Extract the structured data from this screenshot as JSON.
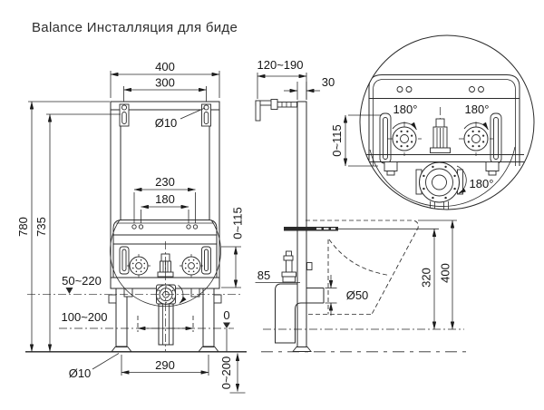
{
  "title": "Balance Инсталляция для биде",
  "front": {
    "width_overall": "400",
    "width_brackets": "300",
    "bracket_hole_dia": "Ø10",
    "height_overall": "780",
    "height_hanger": "735",
    "fixing_spacing_outer": "230",
    "fixing_spacing_inner": "180",
    "vertical_adjust": "0~115",
    "height_adjust": "50~220",
    "drain_position": "100~200",
    "zero_level": "0",
    "foot_hole_dia": "Ø10",
    "feet_spacing": "290",
    "leg_extension": "0~200"
  },
  "side": {
    "wall_distance": "120~190",
    "frame_depth": "30",
    "drain_offset": "85",
    "drain_pipe_dia": "Ø50",
    "mount_height": "320",
    "bidet_height": "400"
  },
  "detail": {
    "rotate_left": "180°",
    "rotate_right": "180°",
    "vertical_adjust": "0~115",
    "rotate_drain": "180°"
  }
}
